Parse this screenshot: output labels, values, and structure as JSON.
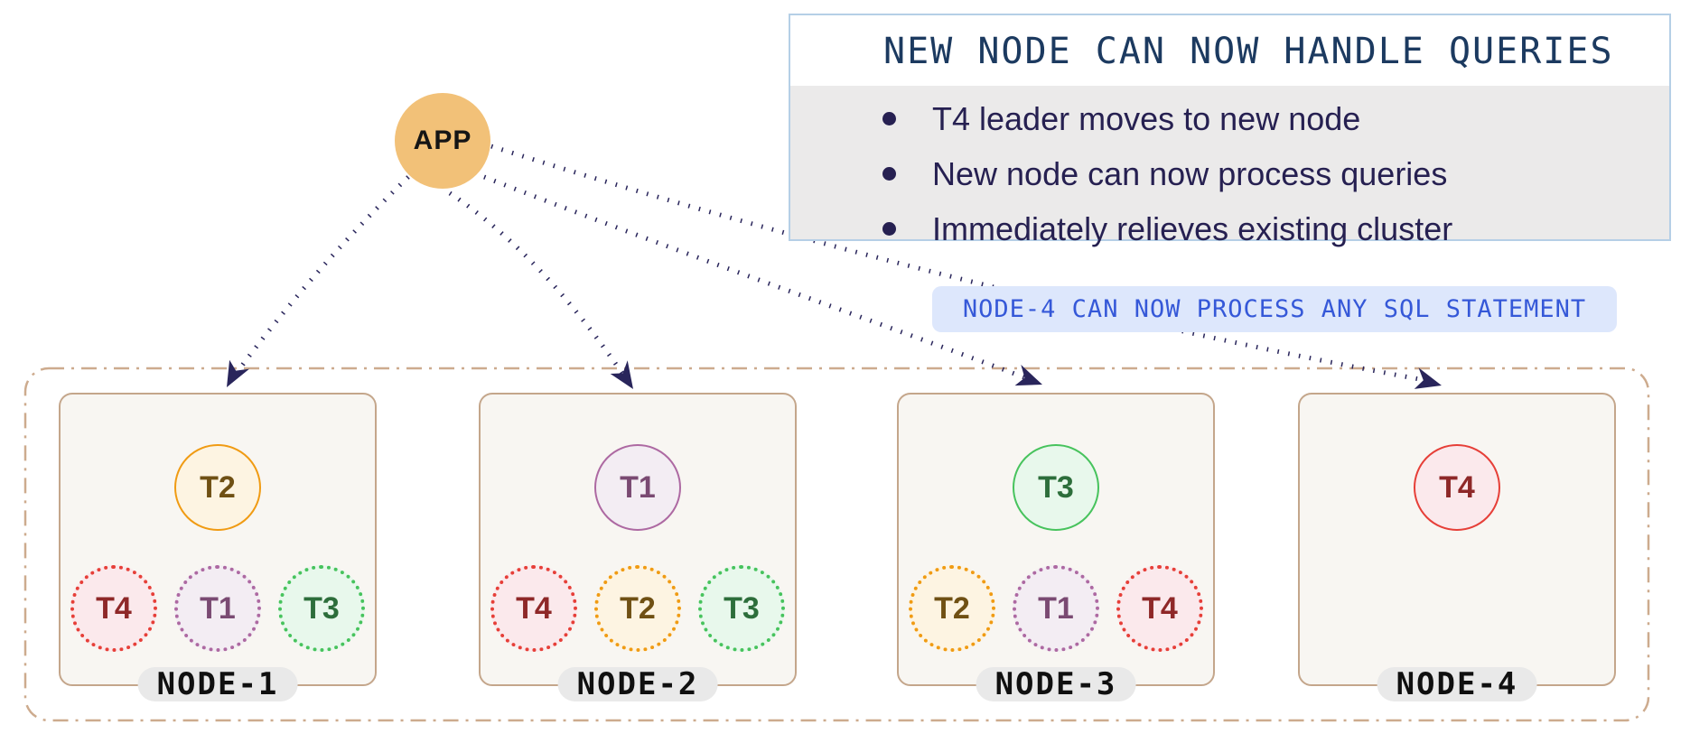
{
  "app": {
    "label": "APP"
  },
  "info_box": {
    "title": "NEW NODE CAN NOW HANDLE QUERIES",
    "bullets": [
      "T4 leader moves to new node",
      "New node can now process queries",
      "Immediately relieves existing cluster"
    ]
  },
  "callout": {
    "text": "NODE-4 CAN NOW PROCESS ANY SQL STATEMENT"
  },
  "cluster": {
    "nodes": [
      {
        "name": "NODE-1",
        "leader": {
          "id": "T2",
          "color": "orange"
        },
        "followers": [
          {
            "id": "T4",
            "color": "red"
          },
          {
            "id": "T1",
            "color": "purple"
          },
          {
            "id": "T3",
            "color": "green"
          }
        ]
      },
      {
        "name": "NODE-2",
        "leader": {
          "id": "T1",
          "color": "purple"
        },
        "followers": [
          {
            "id": "T4",
            "color": "red"
          },
          {
            "id": "T2",
            "color": "orange"
          },
          {
            "id": "T3",
            "color": "green"
          }
        ]
      },
      {
        "name": "NODE-3",
        "leader": {
          "id": "T3",
          "color": "green"
        },
        "followers": [
          {
            "id": "T2",
            "color": "orange"
          },
          {
            "id": "T1",
            "color": "purple"
          },
          {
            "id": "T4",
            "color": "red"
          }
        ]
      },
      {
        "name": "NODE-4",
        "leader": {
          "id": "T4",
          "color": "red"
        },
        "followers": []
      }
    ]
  },
  "palette": {
    "orange": {
      "border": "#f09b13",
      "fill": "#fdf4e2",
      "text": "#6f5014"
    },
    "purple": {
      "border": "#ad69a2",
      "fill": "#f3edf3",
      "text": "#7a4a72"
    },
    "green": {
      "border": "#47c35d",
      "fill": "#e8f8ec",
      "text": "#2d6e3b"
    },
    "red": {
      "border": "#e63f38",
      "fill": "#fbe9ec",
      "text": "#8e2828"
    }
  },
  "colors": {
    "arrow": "#29255b",
    "cluster_border": "#cdab8e",
    "info_border": "#b5cfe6",
    "info_body_bg": "#ebeaea",
    "info_title": "#1c3a60",
    "bullet_text": "#262051",
    "callout_bg": "#dde7fc",
    "callout_text": "#3558d8",
    "app_fill": "#f2c178",
    "node_border": "#c4a68b",
    "node_fill": "#f8f6f2",
    "pill_bg": "#e9e9e9"
  }
}
